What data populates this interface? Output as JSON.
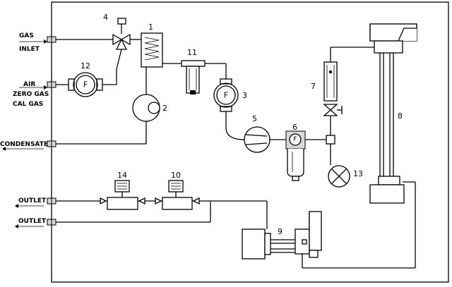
{
  "ports": {
    "gas_inlet": [
      "GAS",
      "INLET"
    ],
    "air": "AIR",
    "zero_gas": "ZERO GAS",
    "cal_gas": "CAL GAS",
    "condensate": "CONDENSATE",
    "outlet_1": "OUTLET",
    "outlet_2": "OUTLET"
  },
  "components": {
    "n1": "1",
    "n2": "2",
    "n3": "3",
    "n4": "4",
    "n5": "5",
    "n6": "6",
    "n7": "7",
    "n8": "8",
    "n9": "9",
    "n10": "10",
    "n11": "11",
    "n12": "12",
    "n13": "13",
    "n14": "14"
  },
  "symbols": {
    "filter_12": "F",
    "filter_3": "F",
    "filter_6": "F"
  }
}
